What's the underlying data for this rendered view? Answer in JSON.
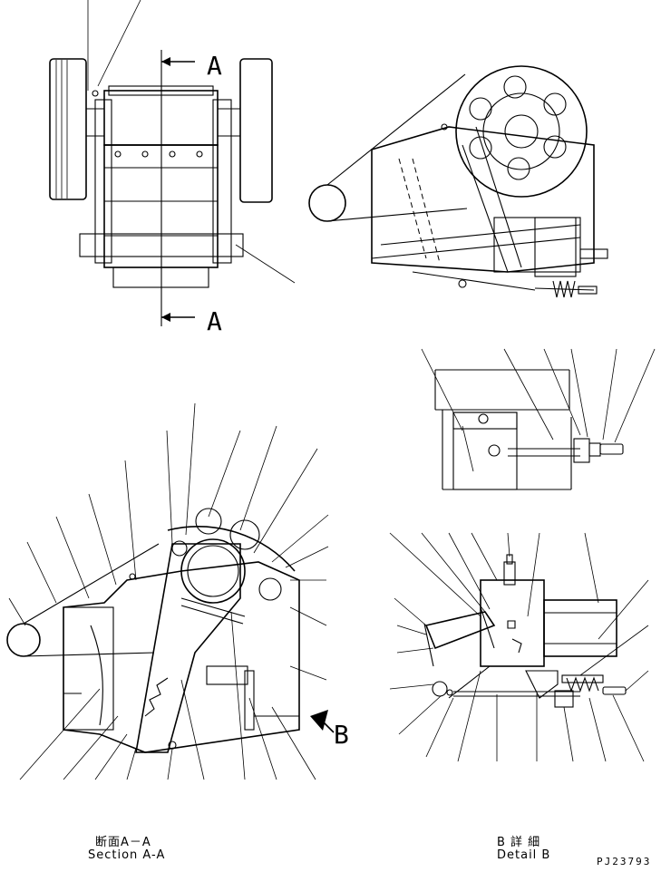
{
  "section_marks": {
    "top": "A",
    "bottom": "A"
  },
  "arrow_label": "B",
  "captions": {
    "section_jp": "断面A－A",
    "section_en": "Section A-A",
    "detail_jp": "B 詳 細",
    "detail_en": "Detail B"
  },
  "drawing_code": "PJ23793"
}
